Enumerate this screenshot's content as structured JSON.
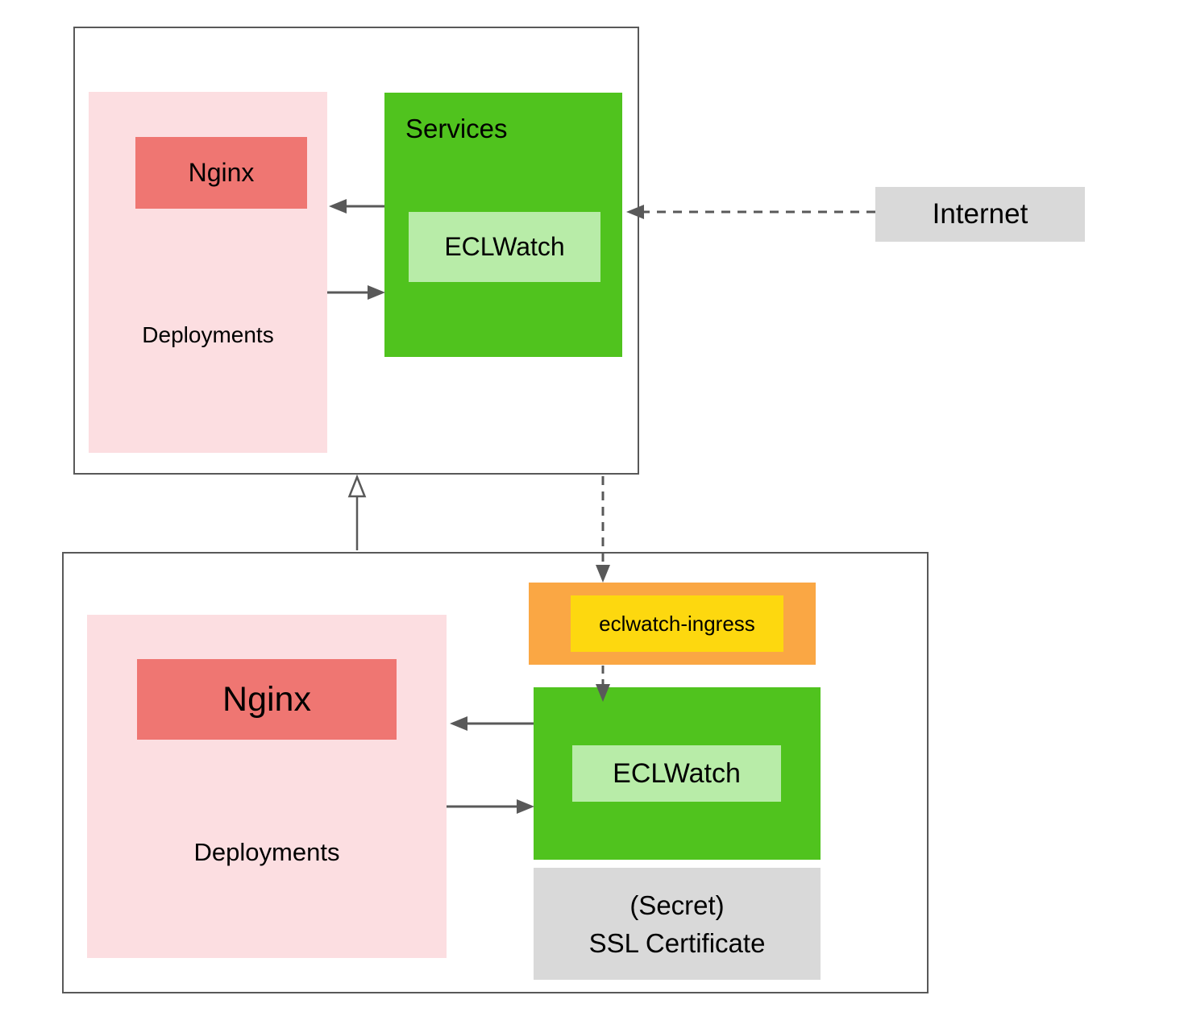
{
  "top_cluster": {
    "deployments_label": "Deployments",
    "nginx_label": "Nginx",
    "services_label": "Services",
    "eclwatch_label": "ECLWatch"
  },
  "internet": {
    "label": "Internet"
  },
  "bottom_cluster": {
    "deployments_label": "Deployments",
    "nginx_label": "Nginx",
    "ingress_label": "eclwatch-ingress",
    "eclwatch_label": "ECLWatch",
    "secret_line1": "(Secret)",
    "secret_line2": "SSL Certificate"
  },
  "colors": {
    "cluster_border": "#595959",
    "arrow": "#595959",
    "deployments_pink": "#fcdee1",
    "nginx_red": "#ef7672",
    "services_green": "#50c31e",
    "eclwatch_light_green": "#b8eca8",
    "ingress_orange": "#faa744",
    "ingress_yellow": "#fdd80f",
    "neutral_gray": "#d9d9d9"
  }
}
